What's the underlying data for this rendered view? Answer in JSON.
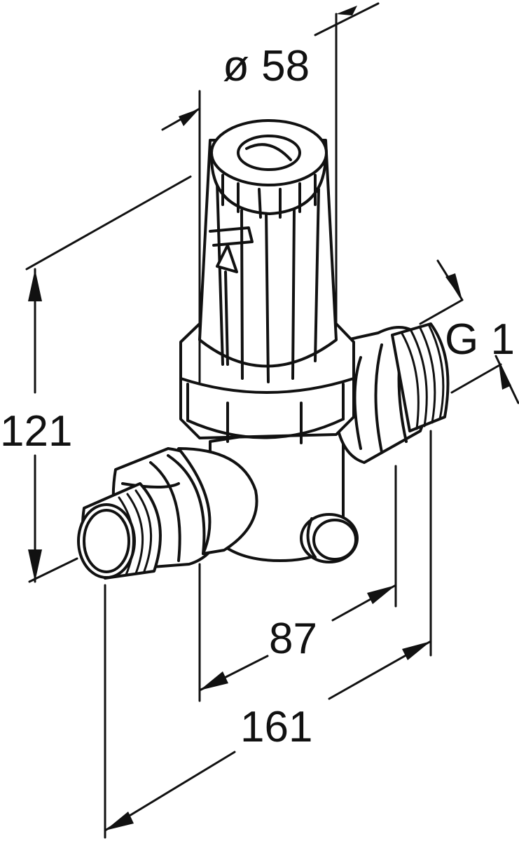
{
  "dimensions": {
    "diameter": "ø 58",
    "height": "121",
    "center_distance": "87",
    "overall_length": "161",
    "thread": "G 1"
  }
}
